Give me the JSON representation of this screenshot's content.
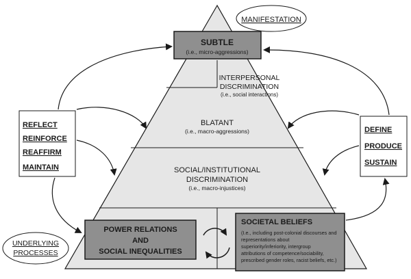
{
  "labels": {
    "manifestation": "MANIFESTATION",
    "underlying_line1": "UNDERLYING",
    "underlying_line2": "PROCESSES",
    "subtle_title": "SUBTLE",
    "subtle_sub": "(i.e., micro-aggressions)",
    "interpersonal_line1": "INTERPERSONAL",
    "interpersonal_line2": "DISCRIMINATION",
    "interpersonal_sub": "(i.e., social interactions)",
    "blatant_title": "BLATANT",
    "blatant_sub": "(i.e., macro-aggressions)",
    "social_line1": "SOCIAL/INSTITUTIONAL",
    "social_line2": "DISCRIMINATION",
    "social_sub": "(i.e., macro-injustices)",
    "power_line1": "POWER RELATIONS",
    "power_line2": "AND",
    "power_line3": "SOCIAL INEQUALITIES",
    "beliefs_title": "SOCIETAL BELIEFS",
    "beliefs_lines": [
      "(I.e., including post-colonial discourses and",
      "representations about",
      "superiority/inferiority, intergroup",
      "attributions of competence/sociability,",
      "prescribed gender roles, racist beliefs, etc.)"
    ]
  },
  "left_box": [
    "REFLECT",
    "REINFORCE",
    "REAFFIRM",
    "MAINTAIN"
  ],
  "right_box": [
    "DEFINE",
    "PRODUCE",
    "SUSTAIN"
  ],
  "colors": {
    "pyramid_fill": "#e6e6e6",
    "box_fill": "#8f8f8f",
    "stroke": "#1a1a1a"
  }
}
